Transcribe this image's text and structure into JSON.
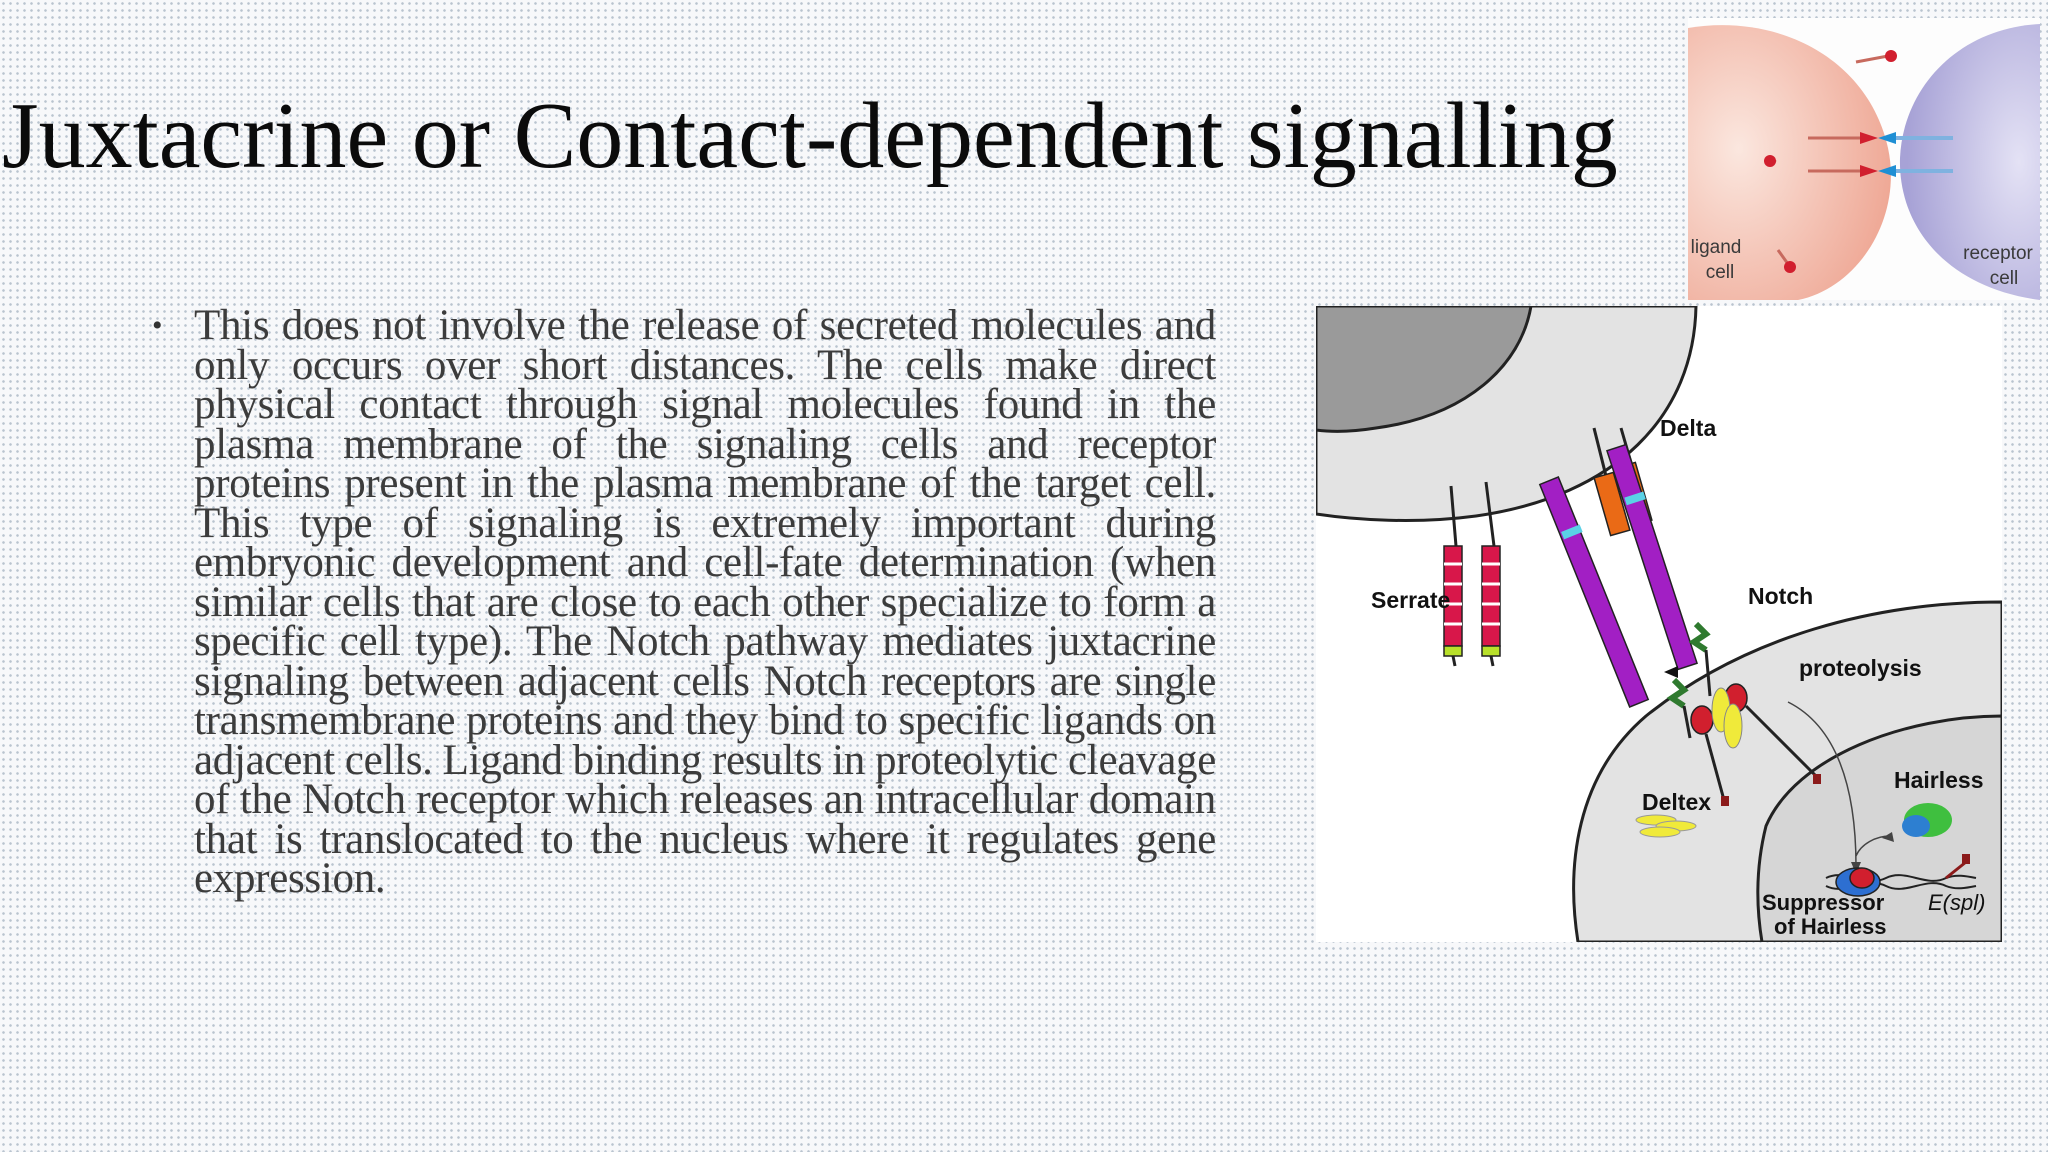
{
  "slide": {
    "title": "Juxtacrine or Contact-dependent signalling",
    "bullet_symbol": "•",
    "body": "This does not involve the release of secreted molecules and only occurs over short distances. The cells make direct physical contact through signal molecules found in the plasma membrane of the signaling cells and receptor proteins present in the plasma membrane of the target cell. This type of signaling is extremely important during embryonic development and cell-fate determination (when similar cells that are close to each other specialize to form a specific cell type). The Notch pathway mediates juxtacrine signaling between adjacent cells Notch receptors are single transmembrane proteins and they bind to specific ligands on adjacent cells. Ligand binding results in proteolytic cleavage of the Notch receptor which releases an intracellular domain that is translocated to the nucleus where it regulates gene expression."
  },
  "contact_figure": {
    "ligand_label_line1": "ligand",
    "ligand_label_line2": "cell",
    "receptor_label_line1": "receptor",
    "receptor_label_line2": "cell"
  },
  "notch_figure": {
    "delta": "Delta",
    "serrate": "Serrate",
    "notch": "Notch",
    "proteolysis": "proteolysis",
    "deltex": "Deltex",
    "hairless": "Hairless",
    "suppressor_line1": "Suppressor",
    "suppressor_line2": "of Hairless",
    "espl": "E(spl)"
  },
  "colors": {
    "purple_domain": "#a21fc4",
    "red_domain": "#d8174a",
    "orange_domain": "#ea6a16",
    "green_domain": "#2f7a2f",
    "yellow_domain": "#f0ea3a",
    "hairless_green": "#3fbf3f",
    "ligand_cell": "#f0b3a4",
    "receptor_cell": "#b7b3de"
  }
}
